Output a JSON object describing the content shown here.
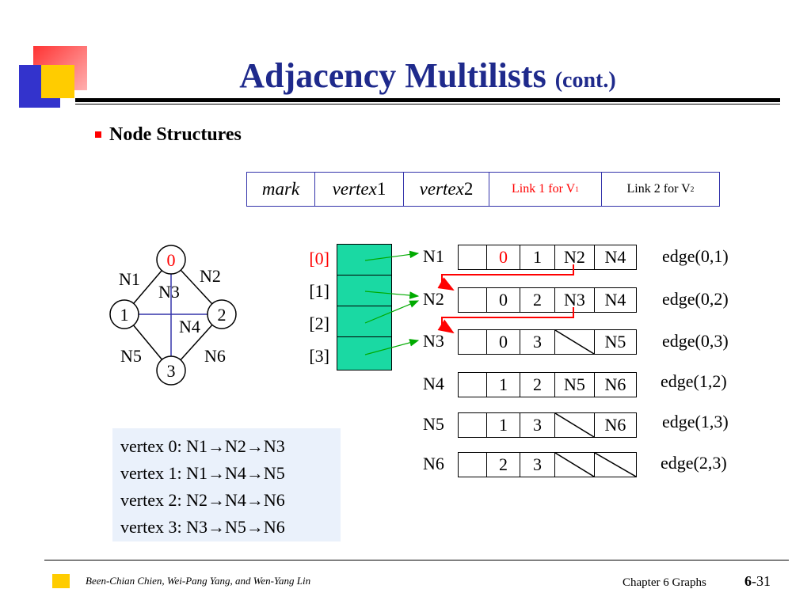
{
  "title": {
    "main": "Adjacency Multilists",
    "sub": "(cont.)"
  },
  "section": "Node Structures",
  "node_structure": {
    "mark": "mark",
    "vertex1_main": "vertex",
    "vertex1_num": "1",
    "vertex2_main": "vertex",
    "vertex2_num": "2",
    "link1": "Link 1 for V",
    "link1_sub": "1",
    "link2": "Link 2 for V",
    "link2_sub": "2"
  },
  "graph": {
    "vertices": [
      "0",
      "1",
      "2",
      "3"
    ],
    "edge_labels": [
      "N1",
      "N2",
      "N3",
      "N4",
      "N5",
      "N6"
    ]
  },
  "head_indices": [
    "[0]",
    "[1]",
    "[2]",
    "[3]"
  ],
  "edges": [
    {
      "label": "N1",
      "v1": "0",
      "v2": "1",
      "link1": "N2",
      "link2": "N4",
      "desc": "edge(0,1)"
    },
    {
      "label": "N2",
      "v1": "0",
      "v2": "2",
      "link1": "N3",
      "link2": "N4",
      "desc": "edge(0,2)"
    },
    {
      "label": "N3",
      "v1": "0",
      "v2": "3",
      "link1": "",
      "link2": "N5",
      "desc": "edge(0,3)"
    },
    {
      "label": "N4",
      "v1": "1",
      "v2": "2",
      "link1": "N5",
      "link2": "N6",
      "desc": "edge(1,2)"
    },
    {
      "label": "N5",
      "v1": "1",
      "v2": "3",
      "link1": "",
      "link2": "N6",
      "desc": "edge(1,3)"
    },
    {
      "label": "N6",
      "v1": "2",
      "v2": "3",
      "link1": "",
      "link2": "",
      "desc": "edge(2,3)"
    }
  ],
  "vertex_lists": [
    "vertex 0: N1→N2→N3",
    "vertex 1: N1→N4→N5",
    "vertex 2: N2→N4→N6",
    "vertex 3: N3→N5→N6"
  ],
  "footer": {
    "authors": "Been-Chian Chien, Wei-Pang Yang, and Wen-Yang Lin",
    "chapter": "Chapter 6 Graphs",
    "page_chapter": "6",
    "page_num": "-31"
  },
  "colors": {
    "title": "#1f2a8c",
    "accent_red": "#ff0000",
    "head_fill": "#1ad9a3",
    "arrow_green": "#00aa00",
    "vertex_list_bg": "#eaf1fb"
  }
}
